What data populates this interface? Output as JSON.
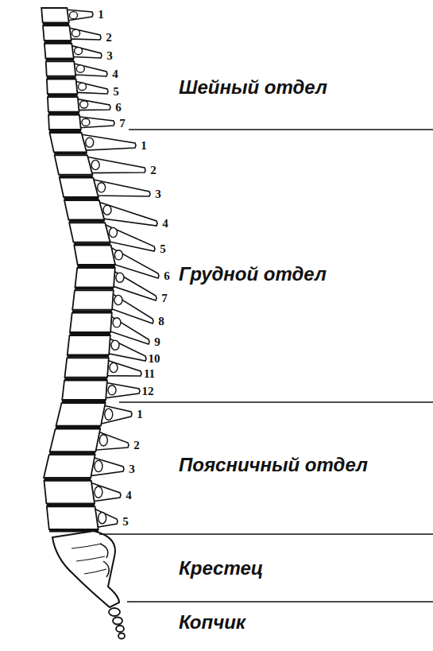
{
  "diagram": {
    "labels": [
      "1",
      "2",
      "3",
      "4",
      "5",
      "6",
      "7",
      "Шейный отдел",
      "1",
      "2",
      "3",
      "4",
      "5",
      "6",
      "7",
      "8",
      "9",
      "10",
      "11",
      "12",
      "Грудной отдел",
      "1",
      "2",
      "3",
      "4",
      "5",
      "Поясничный отдел",
      "Крестец",
      "Копчик"
    ]
  }
}
